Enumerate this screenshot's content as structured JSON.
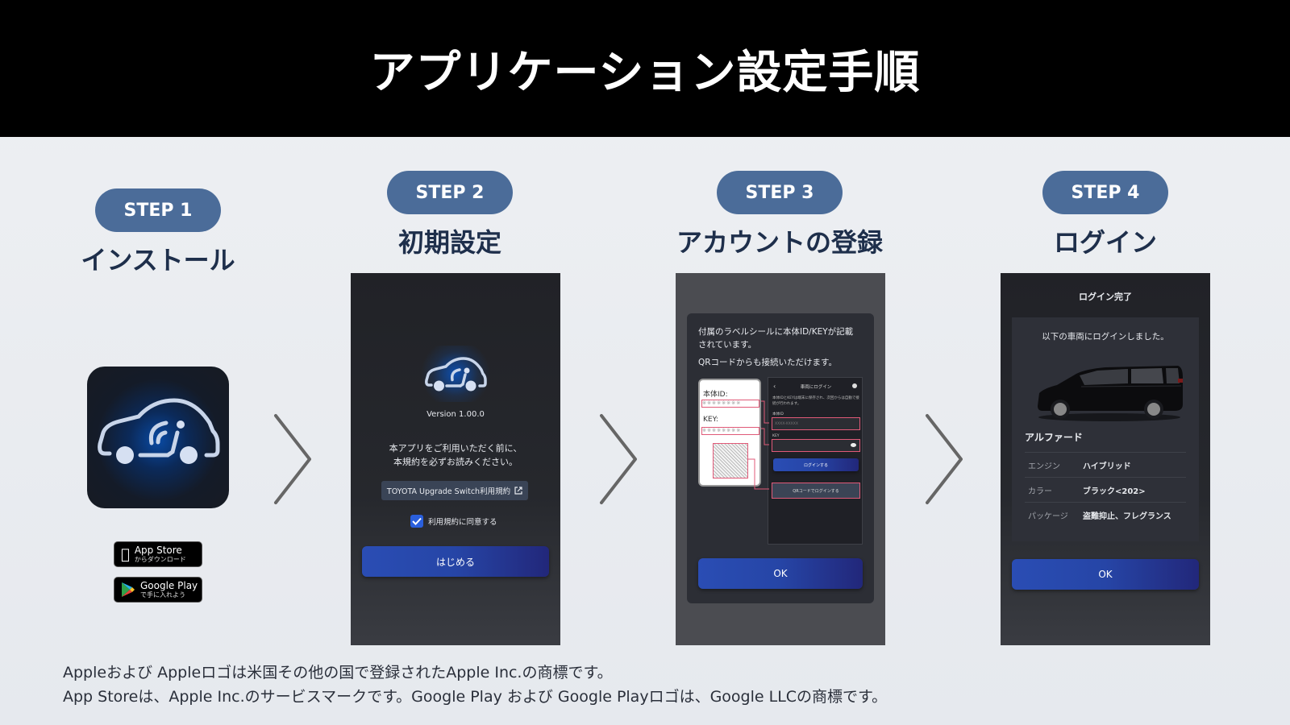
{
  "header": {
    "title": "アプリケーション設定手順"
  },
  "steps": [
    {
      "badge": "STEP 1",
      "title": "インストール"
    },
    {
      "badge": "STEP 2",
      "title": "初期設定"
    },
    {
      "badge": "STEP 3",
      "title": "アカウントの登録"
    },
    {
      "badge": "STEP 4",
      "title": "ログイン"
    }
  ],
  "step1": {
    "app_store": {
      "line1": "App Store",
      "line2": "からダウンロード"
    },
    "google_play": {
      "line1": "Google Play",
      "line2": "で手に入れよう"
    }
  },
  "step2": {
    "version": "Version 1.00.0",
    "message_line1": "本アプリをご利用いただく前に、",
    "message_line2": "本規約を必ずお読みください。",
    "terms_link": "TOYOTA Upgrade Switch利用規約",
    "agree_label": "利用規約に同意する",
    "agree_checked": true,
    "start_button": "はじめる"
  },
  "step3": {
    "info_line1": "付属のラベルシールに本体ID/KEYが記載",
    "info_line2": "されています。",
    "info_line3": "QRコードからも接続いただけます。",
    "label_id": "本体ID:",
    "label_key": "KEY:",
    "label_stars": "※※※※※※※※",
    "inner_title": "車両にログイン",
    "inner_desc": "本体IDとKEYは端末に保存され、次回からは自動で接続が行われます。",
    "inner_id_label": "本体ID",
    "inner_id_placeholder": "XXXX-XXXXX",
    "inner_key_label": "KEY",
    "inner_login_button": "ログインする",
    "inner_qr_button": "QRコードでログインする",
    "ok_button": "OK"
  },
  "step4": {
    "screen_title": "ログイン完了",
    "message": "以下の車両にログインしました。",
    "vehicle_name": "アルファード",
    "specs": [
      {
        "key": "エンジン",
        "value": "ハイブリッド"
      },
      {
        "key": "カラー",
        "value": "ブラック<202>"
      },
      {
        "key": "パッケージ",
        "value": "盗難抑止、フレグランス"
      }
    ],
    "ok_button": "OK"
  },
  "footer": {
    "line1": "Appleおよび Appleロゴは米国その他の国で登録されたApple Inc.の商標です。",
    "line2": "App Storeは、Apple Inc.のサービスマークです。Google Play および Google Playロゴは、Google LLCの商標です。"
  },
  "colors": {
    "pill": "#4b6c99",
    "title": "#1e2f4b",
    "button": "#2a4db4",
    "highlight": "#e05a78"
  }
}
